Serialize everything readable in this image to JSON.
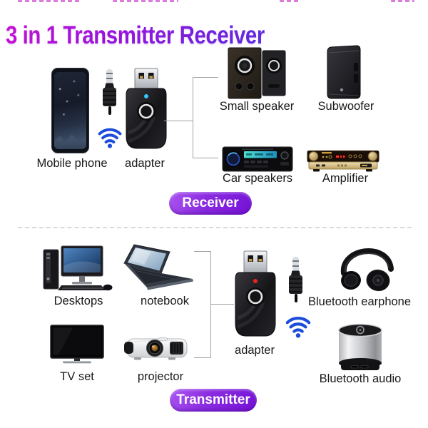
{
  "page": {
    "title": "3 in 1 Transmitter Receiver"
  },
  "receiver_section": {
    "badge_label": "Receiver",
    "source_labels": {
      "phone": "Mobile phone",
      "adapter": "adapter"
    },
    "target_labels": {
      "small_speaker": "Small speaker",
      "subwoofer": "Subwoofer",
      "car_speakers": "Car speakers",
      "amplifier": "Amplifier"
    }
  },
  "transmitter_section": {
    "badge_label": "Transmitter",
    "source_labels": {
      "desktops": "Desktops",
      "notebook": "notebook",
      "tv": "TV set",
      "projector": "projector"
    },
    "adapter_label": "adapter",
    "target_labels": {
      "earphone": "Bluetooth earphone",
      "speaker": "Bluetooth audio"
    }
  },
  "colors": {
    "title_gradient_start": "#cb11d8",
    "title_gradient_end": "#5b2de2",
    "badge_purple": "#8a2be0",
    "wifi_blue": "#1d4cdb",
    "adapter_led_receiver": "#35c8ff",
    "adapter_led_transmitter": "#e8251f",
    "connector_line": "#a3a3a3"
  },
  "icons": {
    "wifi": "wifi-signal-icon",
    "usb": "usb-plug",
    "jack": "aux-jack-plug"
  }
}
